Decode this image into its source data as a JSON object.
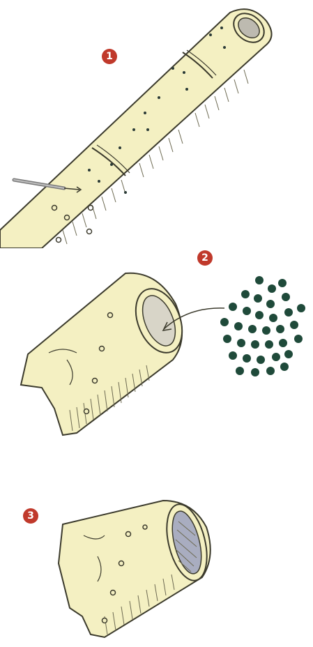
{
  "colors": {
    "bamboo_fill": "#f4f0c2",
    "bamboo_outline": "#3b3a2c",
    "hatch": "#6d6a52",
    "inner_shadow": "#bdbab0",
    "hole": "#2a3a36",
    "beads": "#1f4a3a",
    "badge": "#c0392b",
    "needle": "#7a7a7a"
  },
  "steps": [
    {
      "number": "1",
      "icon": "bamboo-stem-drilled-icon"
    },
    {
      "number": "2",
      "icon": "bamboo-tube-with-beads-icon"
    },
    {
      "number": "3",
      "icon": "bamboo-tube-open-end-icon"
    }
  ]
}
